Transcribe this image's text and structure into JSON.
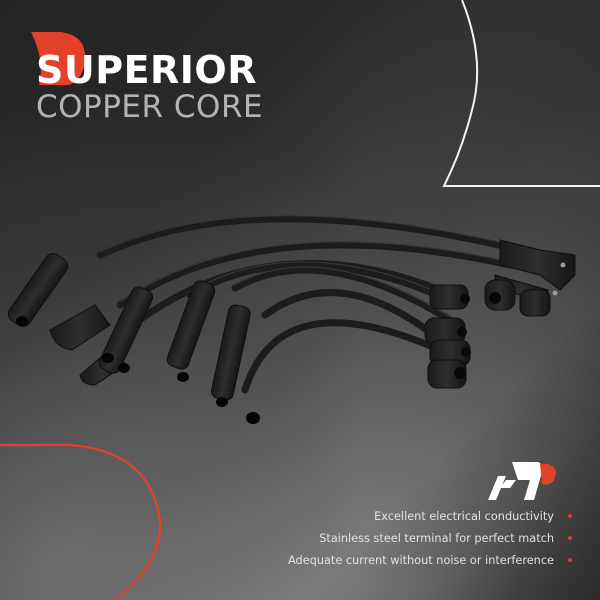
{
  "headline": {
    "line1": "SUPERIOR",
    "line2": "COPPER CORE"
  },
  "brand": {
    "logo_icon": "a-premium-logo",
    "accent_color": "#e2412a",
    "logo_color": "#ffffff"
  },
  "product": {
    "description": "Black spark plug ignition wire set",
    "image_icon": "spark-plug-wire-set-image"
  },
  "features": [
    {
      "text": "Excellent electrical conductivity",
      "bullet_color": "#e2412a"
    },
    {
      "text": "Stainless steel terminal for perfect match",
      "bullet_color": "#e2412a"
    },
    {
      "text": "Adequate current without noise or interference",
      "bullet_color": "#e2412a"
    }
  ],
  "decorations": {
    "white_line_color": "#f2f2f2",
    "red_arc_color": "#e2412a"
  }
}
